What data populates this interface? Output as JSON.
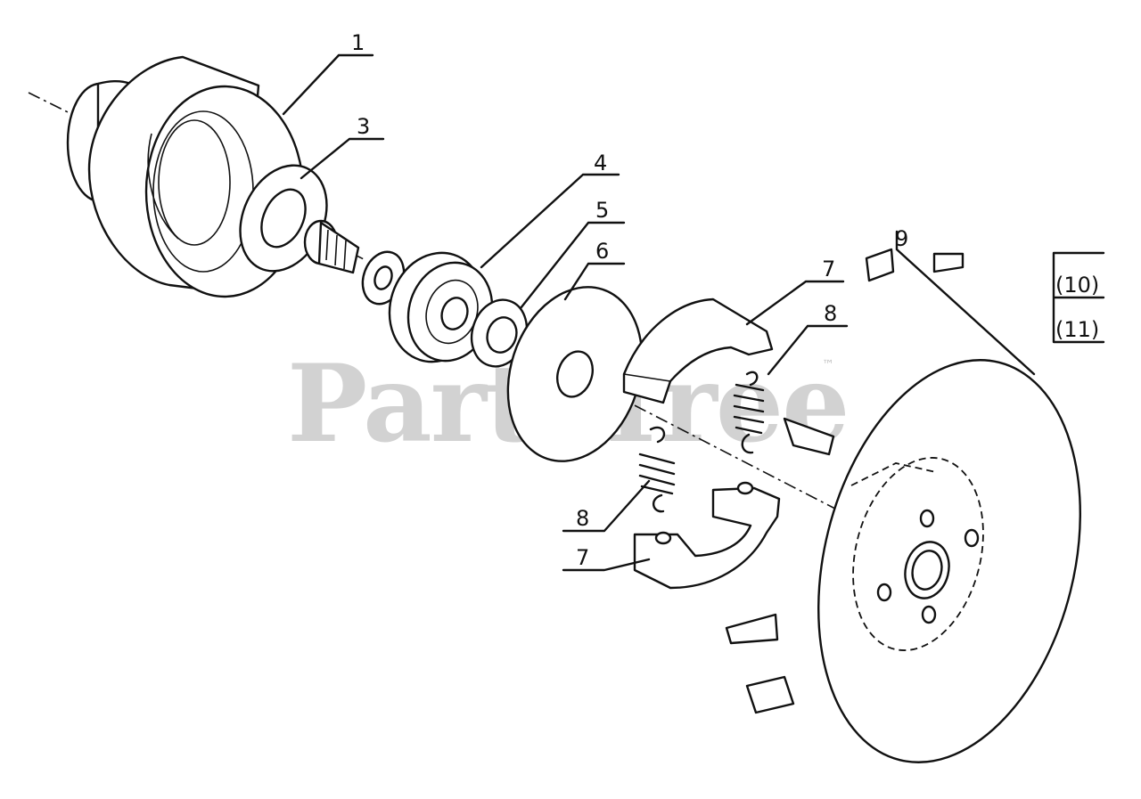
{
  "watermark": {
    "text": "PartsTree",
    "trademark": "™"
  },
  "callouts": {
    "c1": "1",
    "c3": "3",
    "c4": "4",
    "c5": "5",
    "c6": "6",
    "c7_top": "7",
    "c8_top": "8",
    "c8_bottom": "8",
    "c7_bottom": "7",
    "c9": "9",
    "c10": "(10)",
    "c11": "(11)"
  }
}
